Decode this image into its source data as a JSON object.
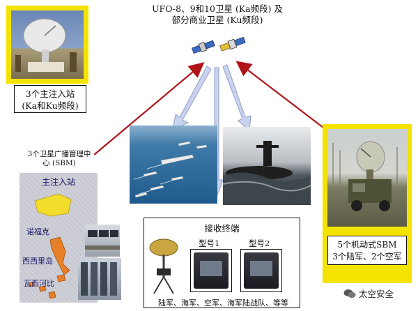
{
  "title": {
    "line1": "UFO-8、9和10卫星 (Ka频段) 及",
    "line2": "部分商业卫星 (Ku频段)"
  },
  "main_station": {
    "line1": "3个主注入站",
    "line2": "(Ka和Ku频段)"
  },
  "sbm": {
    "line1": "3个卫星广播管理中",
    "line2": "心 (SBM)"
  },
  "map": {
    "header": "主注入站",
    "locations": [
      "诺福克",
      "西西里岛",
      "瓦西河比"
    ]
  },
  "mobile_sbm": {
    "line1": "5个机动式SBM",
    "line2": "3个陆军、2个空军"
  },
  "receiver": {
    "title": "接收终端",
    "model1": "型号1",
    "model2": "型号2",
    "users": "陆军、海军、空军、海军陆战队、等等"
  },
  "watermark": "太空安全",
  "colors": {
    "frame_yellow": "#f4e300",
    "arrow_red": "#b01418",
    "arrow_blue": "#b9c4e2"
  }
}
